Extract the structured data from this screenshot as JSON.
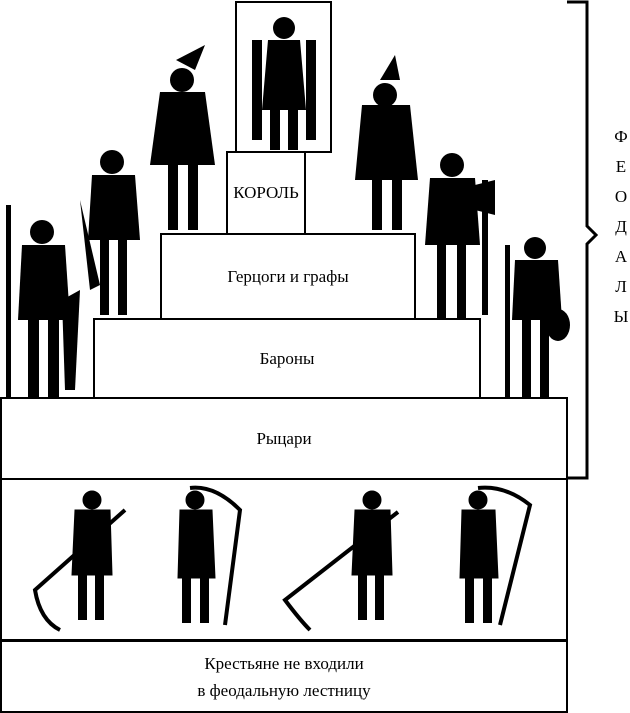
{
  "levels": {
    "king": "КОРОЛЬ",
    "dukes": "Герцоги и графы",
    "barons": "Бароны",
    "knights": "Рыцари"
  },
  "bracket_label": [
    "Ф",
    "Е",
    "О",
    "Д",
    "А",
    "Л",
    "Ы"
  ],
  "peasants_caption": [
    "Крестьяне не входили",
    "в феодальную лестницу"
  ]
}
